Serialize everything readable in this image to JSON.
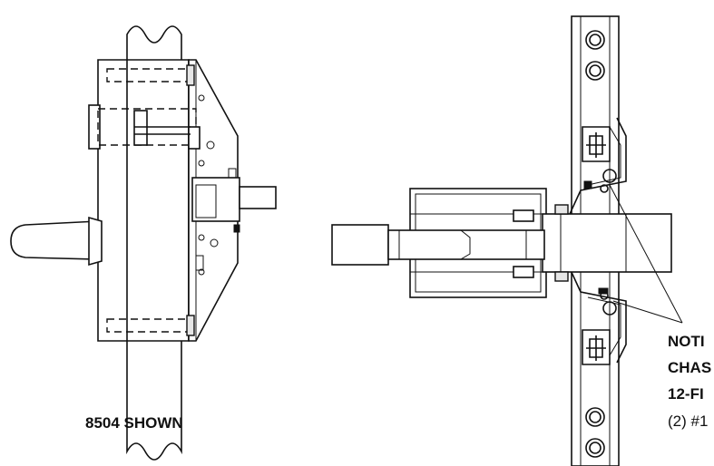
{
  "labels": {
    "left_caption": "8504 SHOWN",
    "note_line1": "NOTI",
    "note_line2": "CHAS",
    "note_line3": "12-FI",
    "note_line4": "(2) #1"
  },
  "colors": {
    "line": "#111111",
    "background": "#ffffff"
  }
}
